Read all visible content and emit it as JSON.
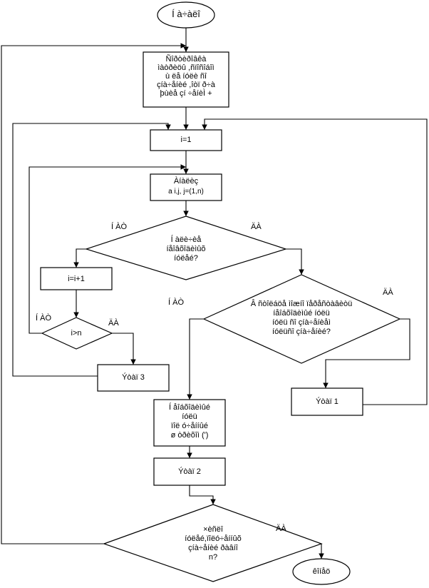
{
  "flowchart": {
    "start": "Í à÷àëî",
    "block_top": [
      "Ñîðòèðîâêà",
      "ìàòðèöû ,ñïîñîáîì",
      "ù ëå íóëè ñî",
      "çíà÷åíèé ,îòï ð÷à",
      "þùèå çí ÷åíèÌ +"
    ],
    "init_i": "i=1",
    "analysis": [
      "Àíàëèç",
      "a i,j, j=(1,n)"
    ],
    "decision1": [
      "Í àëè÷èå",
      "íåîâõîäèìûõ",
      "íóëåé?"
    ],
    "label_no_d1": "Í ÀÒ",
    "label_yes_d1": "ÄÀ",
    "inc_i": "i=i+1",
    "decision_i": "i>n",
    "label_no_di": "Í ÀÒ",
    "label_yes_di": "ÄÀ",
    "step3": "Ýòàï 3",
    "decision2": [
      "Â ñòîëáöå ìîæíî ïåðåñòàâèòü",
      "íåîáõîäèìûé íóëü",
      "íóëü ñî çíà÷åíèåì",
      "íóëüñî çíà÷åíèé?"
    ],
    "label_no_d2": "Í ÀÒ",
    "label_yes_d2": "ÄÀ",
    "step1": "Ýòàï 1",
    "block_mid": [
      "Í åîáõîäèìûé",
      "íóëü",
      "ïîë ó÷åííûé",
      "ø òðèõîì (')"
    ],
    "step2": "Ýòàï 2",
    "decision3": [
      "×èñëî",
      "íóëåé,ïîëó÷åííûõ",
      "çíà÷åíèé ðàâíî",
      "n?"
    ],
    "label_yes_d3": "ÄÀ",
    "end": "êîíåö"
  }
}
